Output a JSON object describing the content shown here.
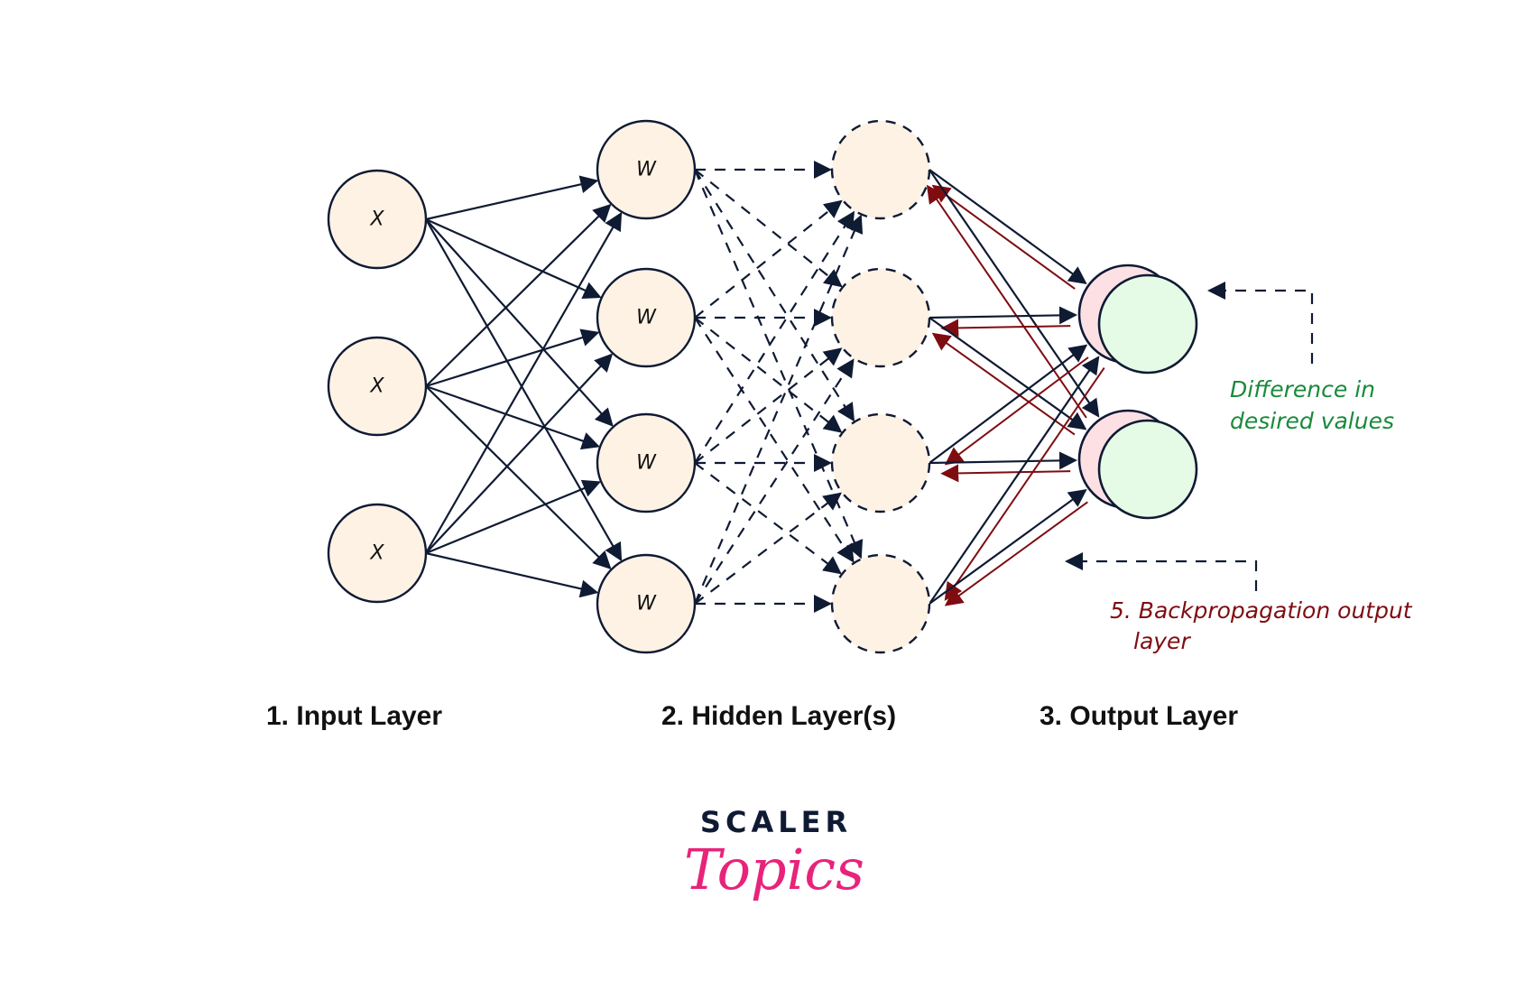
{
  "diagram": {
    "title": "Backpropagation in a neural network",
    "colors": {
      "node_fill": "#fdf2e4",
      "stroke": "#0f1a33",
      "backprop": "#7e0d12",
      "output_back": "#fde0e4",
      "output_front": "#e6fbe6",
      "note_green": "#198a3c",
      "logo_pink": "#e8237a"
    },
    "layers": {
      "input": {
        "label": "1.  Input Layer",
        "nodes": [
          "X",
          "X",
          "X"
        ]
      },
      "hidden": {
        "label": "2. Hidden Layer(s)",
        "nodes": [
          "W",
          "W",
          "W",
          "W"
        ],
        "next_nodes": [
          "",
          "",
          "",
          ""
        ]
      },
      "output": {
        "label": "3. Output Layer",
        "nodes": [
          "",
          ""
        ]
      }
    },
    "edges": {
      "input_to_hidden": "all-to-all, solid arrows",
      "hidden_to_hidden": "all-to-all, dashed arrows",
      "hidden_to_output": "all-to-all, solid arrows",
      "backprop_output_to_hidden": "all-to-all, dark red arrows"
    },
    "notes": {
      "difference": [
        "Difference in",
        "desired values"
      ],
      "backprop": [
        "5. Backpropagation output",
        "layer"
      ]
    },
    "logo": {
      "line1": "SCALER",
      "line2": "Topics"
    }
  }
}
